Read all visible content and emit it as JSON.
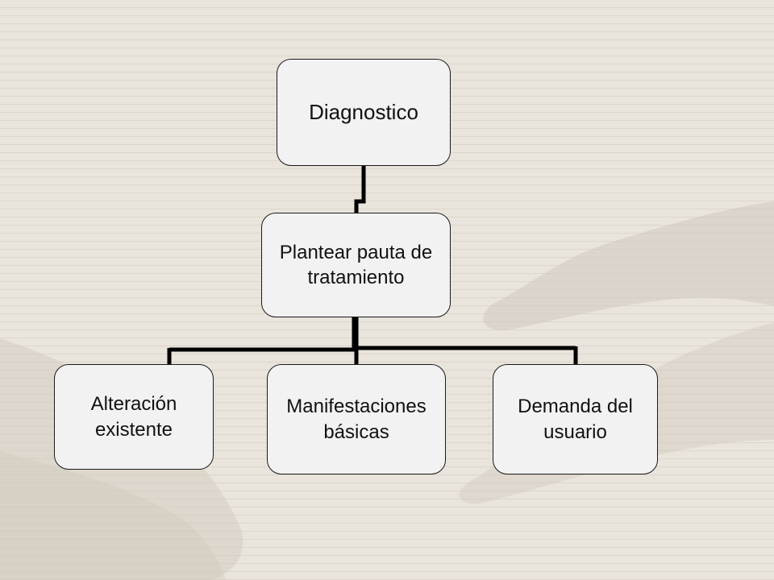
{
  "diagram": {
    "root": {
      "label": "Diagnostico"
    },
    "middle": {
      "label": "Plantear pauta de\ntratamiento"
    },
    "children": [
      {
        "label": "Alteración\nexistente"
      },
      {
        "label": "Manifestaciones\nbásicas"
      },
      {
        "label": "Demanda del\nusuario"
      }
    ]
  },
  "colors": {
    "node_fill": "#f2f2f2",
    "node_border": "#1a1a1a",
    "connector": "#000000",
    "background": "#e6e0d7"
  }
}
